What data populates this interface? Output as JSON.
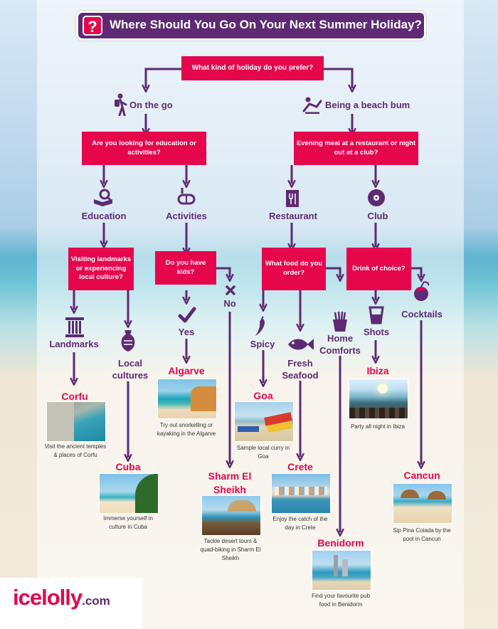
{
  "title": {
    "badge": "?",
    "text": "Where Should You Go On Your Next Summer Holiday?"
  },
  "questions": {
    "q1": "What kind of holiday do you prefer?",
    "q2": "Are you looking for education or activities?",
    "q3": "Evening meal at a restaurant or night out at a club?",
    "q4": "Visiting landmarks or experiencing local culture?",
    "q5": "Do you have kids?",
    "q6": "What food do you order?",
    "q7": "Drink of choice?"
  },
  "branches": {
    "on_the_go": "On the go",
    "beach_bum": "Being a beach bum",
    "education": "Education",
    "activities": "Activities",
    "restaurant": "Restaurant",
    "club": "Club",
    "landmarks": "Landmarks",
    "local_cultures": "Local cultures",
    "yes": "Yes",
    "no": "No",
    "spicy": "Spicy",
    "fresh_seafood": "Fresh Seafood",
    "home_comforts": "Home Comforts",
    "shots": "Shots",
    "cocktails": "Cocktails"
  },
  "destinations": {
    "corfu": {
      "name": "Corfu",
      "caption": "Visit the ancient temples & places of Corfu"
    },
    "cuba": {
      "name": "Cuba",
      "caption": "Immerse yourself in culture in Cuba"
    },
    "algarve": {
      "name": "Algarve",
      "caption": "Try out snorkelling or kayaking in the Algarve"
    },
    "sharm": {
      "name": "Sharm El Sheikh",
      "caption": "Tackle desert tours & quad-biking in Sharm El Sheikh"
    },
    "goa": {
      "name": "Goa",
      "caption": "Sample local curry in Goa"
    },
    "crete": {
      "name": "Crete",
      "caption": "Enjoy the catch of the day in Crete"
    },
    "benidorm": {
      "name": "Benidorm",
      "caption": "Find your favourite pub food in Benidorm"
    },
    "ibiza": {
      "name": "Ibiza",
      "caption": "Party all night in Ibiza"
    },
    "cancun": {
      "name": "Cancun",
      "caption": "Sip Pina Colada by the pool in Cancun"
    }
  },
  "logo": {
    "main": "icelolly",
    "tld": ".com"
  },
  "colors": {
    "accent": "#e5064c",
    "purple": "#5e2a73"
  }
}
